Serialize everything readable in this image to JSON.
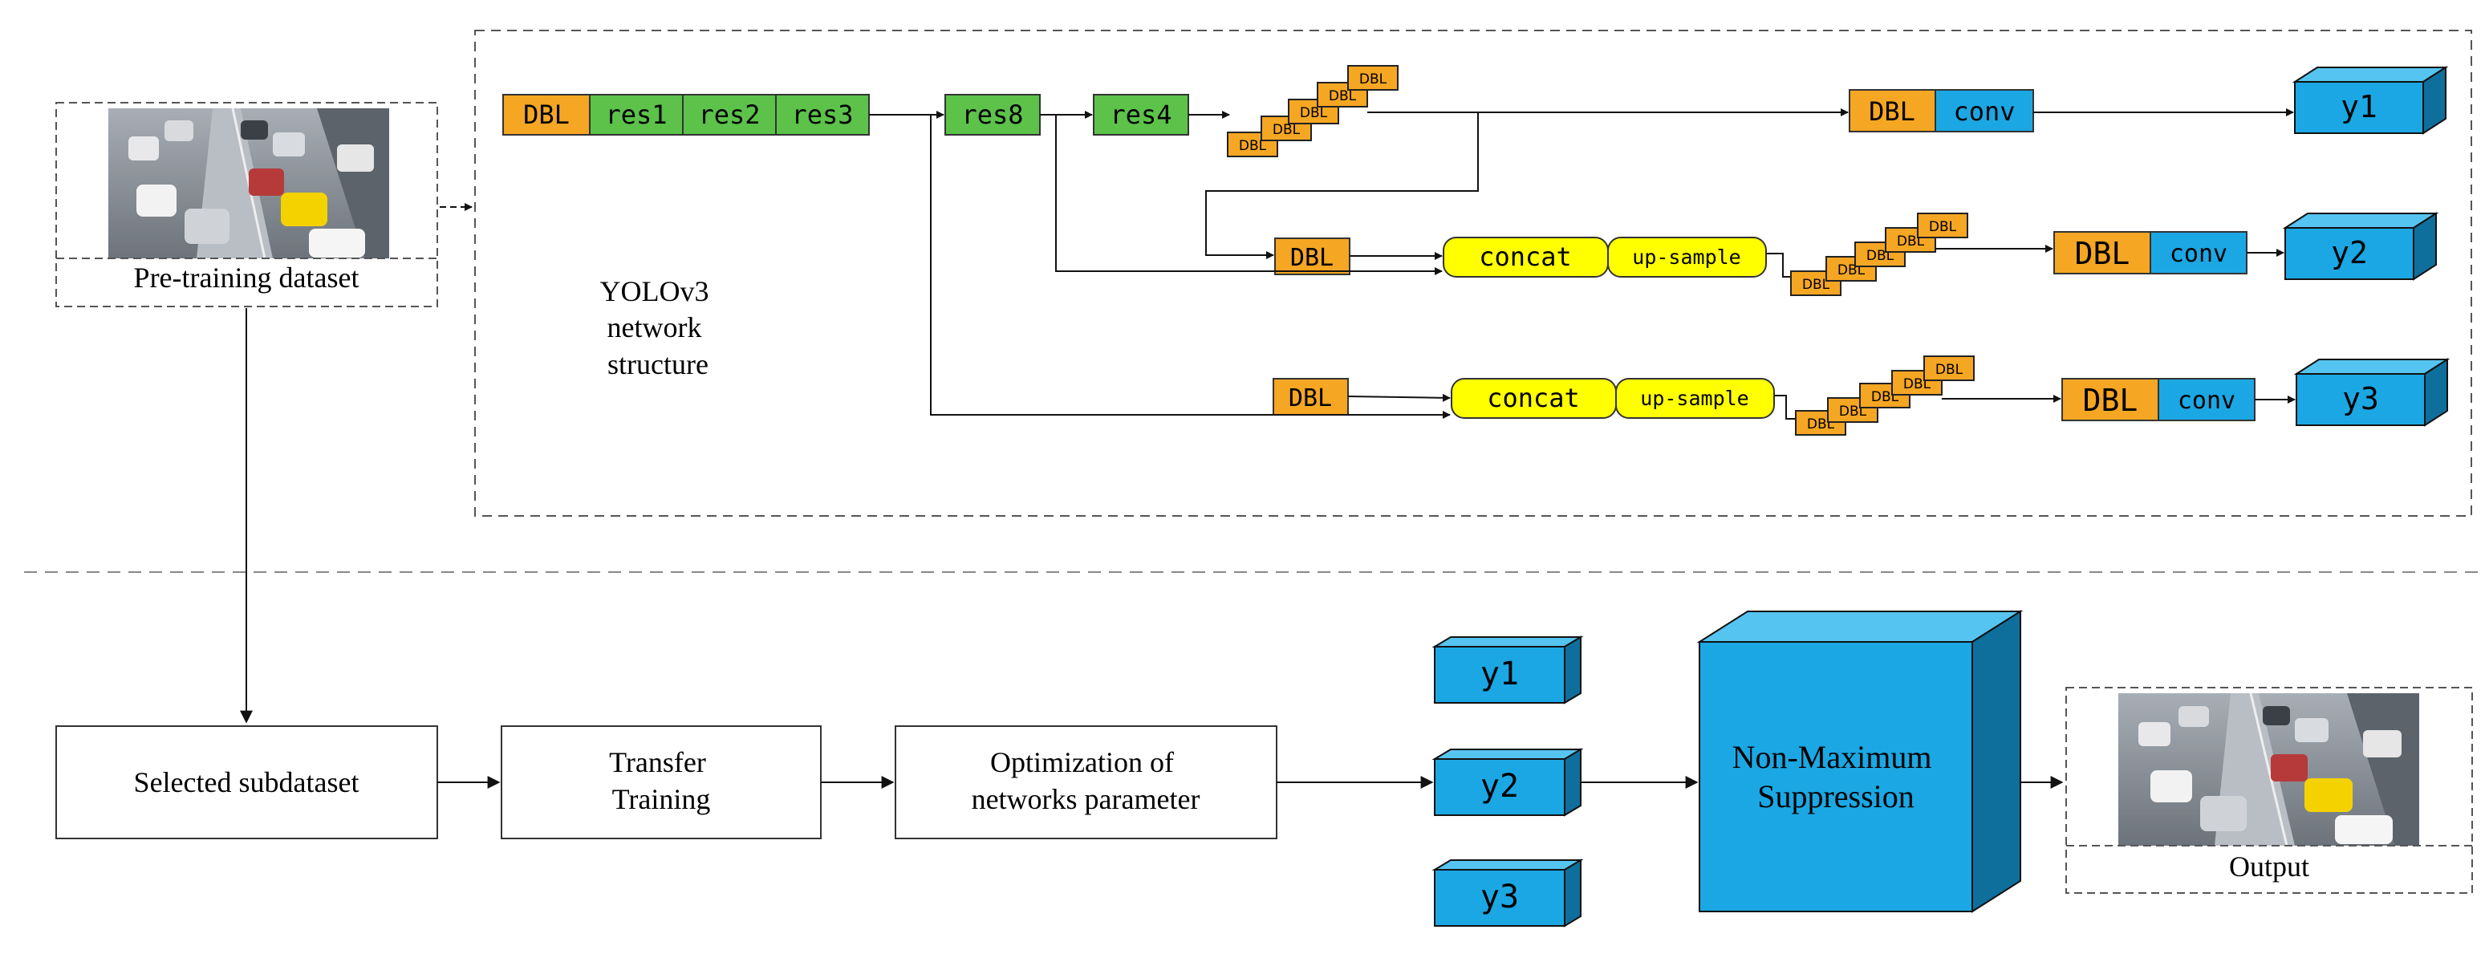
{
  "diagram": {
    "pretraining": {
      "label": "Pre-training dataset"
    },
    "network_title": [
      "YOLOv3",
      "network",
      "structure"
    ],
    "backbone": {
      "dbl": "DBL",
      "res1": "res1",
      "res2": "res2",
      "res3": "res3",
      "res8": "res8",
      "res4": "res4"
    },
    "stack_label": "DBL",
    "branch1": {
      "dbl": "DBL",
      "conv": "conv",
      "output": "y1"
    },
    "branch2": {
      "dbl_in": "DBL",
      "concat": "concat",
      "upsample": "up-sample",
      "dbl": "DBL",
      "conv": "conv",
      "output": "y2"
    },
    "branch3": {
      "dbl_in": "DBL",
      "concat": "concat",
      "upsample": "up-sample",
      "dbl": "DBL",
      "conv": "conv",
      "output": "y3"
    },
    "pipeline": {
      "subdataset": "Selected subdataset",
      "transfer": [
        "Transfer",
        "Training"
      ],
      "optimization": [
        "Optimization of",
        "networks parameter"
      ],
      "outputs": [
        "y1",
        "y2",
        "y3"
      ],
      "nms": [
        "Non-Maximum",
        "Suppression"
      ],
      "output_label": "Output"
    },
    "colors": {
      "dbl": "#f5a623",
      "res": "#5cc24a",
      "conv": "#1ba7e3",
      "yellow": "#ffff00",
      "cube_top": "#56c4f0",
      "cube_side": "#0f6f9c"
    }
  }
}
